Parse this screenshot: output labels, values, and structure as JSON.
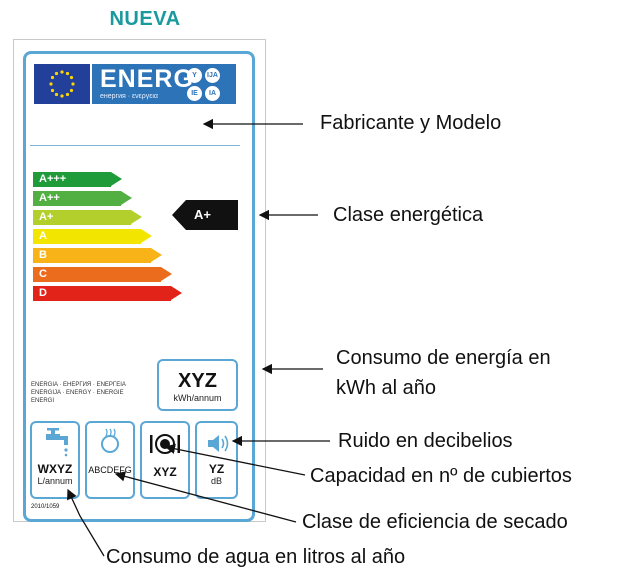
{
  "title": "NUEVA",
  "label": {
    "energ_text": "ENERG",
    "energ_sub": "енергия · ενεργεια",
    "lang_circles": [
      "Y",
      "IJA",
      "IE",
      "IA"
    ],
    "energy_classes": [
      {
        "label": "A+++",
        "color": "#1f9b3a"
      },
      {
        "label": "A++",
        "color": "#52b043"
      },
      {
        "label": "A+",
        "color": "#b3cf2b"
      },
      {
        "label": "A",
        "color": "#f2e600"
      },
      {
        "label": "B",
        "color": "#f7b318"
      },
      {
        "label": "C",
        "color": "#ec6c1d"
      },
      {
        "label": "D",
        "color": "#e2231a"
      }
    ],
    "class_indicator": "A+",
    "energy_multilang": "ENERGIA · ЕНЕРГИЯ · ΕΝΕΡΓΕΙΑ\nENERGIJA · ENERGY · ENERGIE\nENERGI",
    "energy_value": "XYZ",
    "energy_unit": "kWh/annum",
    "water_value": "WXYZ",
    "water_unit": "L/annum",
    "drying_value": "ABCDEFG",
    "covers_value": "XYZ",
    "noise_value": "YZ",
    "noise_unit": "dB",
    "regulation": "2010/1059"
  },
  "annotations": {
    "manufacturer": "Fabricante y Modelo",
    "energy_class": "Clase energética",
    "energy_consumption_line1": "Consumo de energía en",
    "energy_consumption_line2": "kWh al año",
    "noise": "Ruido en decibelios",
    "capacity": "Capacidad en nº de cubiertos",
    "drying": "Clase de eficiencia de secado",
    "water": "Consumo de agua en litros al año"
  },
  "colors": {
    "title": "#1a9a9f",
    "frame": "#5aa7d6",
    "eu_blue": "#223f99",
    "energ_blue": "#2d73b7"
  }
}
